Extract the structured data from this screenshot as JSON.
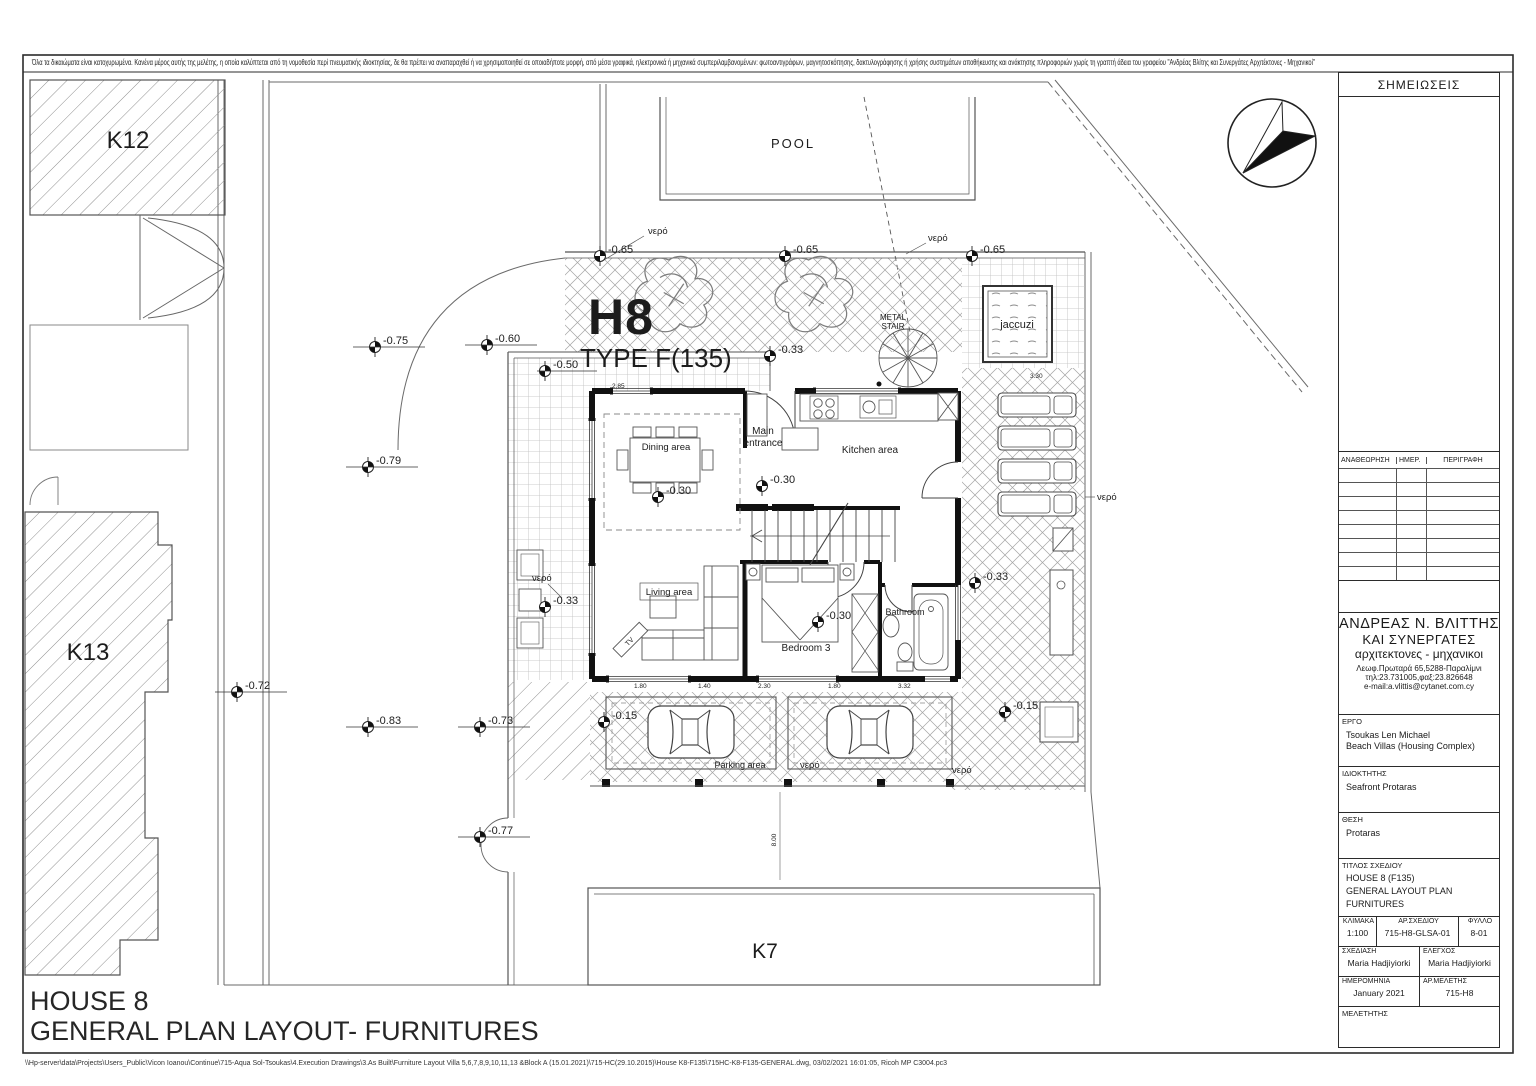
{
  "disclaimer": "Όλα τα δικαιώματα είναι κατοχυρωμένα. Κανένα μέρος αυτής της μελέτης, η οποία καλύπτεται από τη νομοθεσία περί πνευματικής ιδιοκτησίας, δε θα πρέπει να αναπαραχθεί ή να χρησιμοποιηθεί σε οποιαδήποτε μορφή, από μέσα γραφικά, ηλεκτρονικά ή μηχανικά συμπεριλαμβανομένων: φωτοαντιγράφων, μαγνητοσκόπησης, δακτυλογράφησης ή χρήσης συστημάτων αποθήκευσης και ανάκτησης πληροφοριών χωρίς τη γραπτή άδεια του γραφείου \"Ανδρέας Βλίτης και Συνεργάτες Αρχιτέκτονες - Μηχανικοί\"",
  "tb": {
    "notes": "ΣΗΜΕΙΩΣΕΙΣ",
    "rev1": "ΑΝΑΘΕΩΡΗΣΗ",
    "rev2": "ΗΜΕΡ.",
    "rev3": "ΠΕΡΙΓΡΑΦΗ",
    "arch1": "ΑΝΔΡΕΑΣ Ν. ΒΛΙΤΤΗΣ",
    "arch2": "ΚΑΙ ΣΥΝΕΡΓΑΤΕΣ",
    "arch3": "αρχιτεκτονες - μηχανικοι",
    "addr1": "Λεωφ.Πρωταρά 65,5288-Παραλίμνι",
    "addr2": "τηλ:23.731005,φαξ:23.826648",
    "addr3": "e-mail:a.vlittis@cytanet.com.cy",
    "ergo_l": "ΕΡΓΟ",
    "ergo1": "Tsoukas Len Michael",
    "ergo2": "Beach Villas (Housing Complex)",
    "owner_l": "ΙΔΙΟΚΤΗΤΗΣ",
    "owner_v": "Seafront Protaras",
    "loc_l": "ΘΕΣΗ",
    "loc_v": "Protaras",
    "title_l": "ΤΙΤΛΟΣ  ΣΧΕΔΙΟΥ",
    "title1": "HOUSE 8 (F135)",
    "title2": "GENERAL LAYOUT PLAN",
    "title3": "FURNITURES",
    "scale_l": "ΚΛΙΜΑΚΑ",
    "scale_v": "1:100",
    "dno_l": "ΑΡ.ΣΧΕΔΙΟΥ",
    "dno_v": "715-H8-GLSA-01",
    "sheet_l": "ΦΥΛΛΟ",
    "sheet_v": "8-01",
    "drawn_l": "ΣΧΕΔΙΑΣΗ",
    "drawn_v": "Maria Hadjiyiorki",
    "check_l": "ΕΛΕΓΧΟΣ",
    "check_v": "Maria Hadjiyiorki",
    "date_l": "ΗΜΕΡΟΜΗΝΙΑ",
    "date_v": "January 2021",
    "study_l": "ΑΡ.ΜΕΛΕΤΗΣ",
    "study_v": "715-H8",
    "mel_l": "ΜΕΛΕΤΗΤΗΣ"
  },
  "plan": {
    "h8": "H8",
    "type": "TYPE F(135)",
    "pool": "POOL",
    "jaccuzi": "jaccuzi",
    "stair1": "METAL",
    "stair2": "STAIR",
    "dining": "Dining area",
    "entrance1": "Main",
    "entrance2": "entrance",
    "kitchen": "Kitchen area",
    "living": "Living area",
    "bedroom": "Bedroom 3",
    "bathroom": "Bathroom",
    "parking": "Parking area",
    "k12": "K12",
    "k13": "K13",
    "k7": "K7",
    "nero": "νερό",
    "tv": "TV",
    "levels": {
      "m015": "-0.15",
      "m030": "-0.30",
      "m033": "-0.33",
      "m050": "-0.50",
      "m060": "-0.60",
      "m065": "-0.65",
      "m072": "-0.72",
      "m073": "-0.73",
      "m075": "-0.75",
      "m077": "-0.77",
      "m079": "-0.79",
      "m083": "-0.83"
    },
    "dims": {
      "d285": "2.85",
      "d330": "3.30",
      "d180": "1.80",
      "d140": "1.40",
      "d230": "2.30",
      "d332": "3.32",
      "d800": "8.00"
    }
  },
  "footer": {
    "title1": "HOUSE 8",
    "title2": "GENERAL PLAN LAYOUT- FURNITURES",
    "path": "\\\\Hp-server\\data\\Projects\\Users_Public\\Vicon Ioanou\\Continue\\715-Aqua Sol-Tsoukas\\4.Execution Drawings\\3.As Built\\Furniture Layout Villa 5,6,7,8,9,10,11,13 &Block A (15.01.2021)\\715-HC(29.10.2015)\\House K8-F135\\715HC-K8-F135-GENERAL.dwg, 03/02/2021 16:01:05, Ricoh MP C3004.pc3"
  }
}
